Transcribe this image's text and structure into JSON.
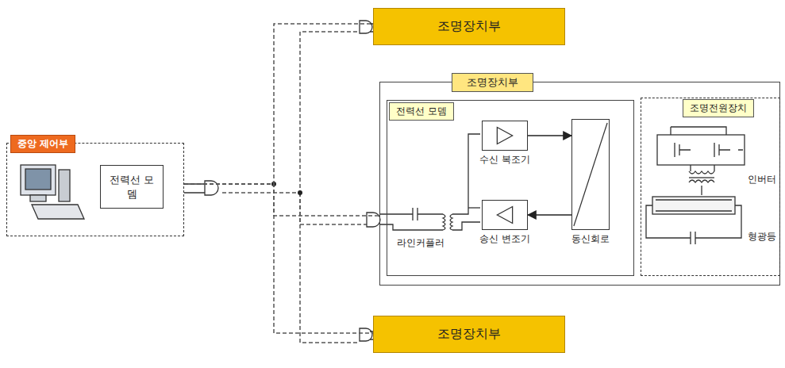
{
  "diagram": {
    "nodes": [
      {
        "text": [
          "중앙 제어부"
        ]
      },
      {
        "text": [
          "전력선 모뎀"
        ],
        "in": 0
      },
      {
        "text": [
          "조명장치부"
        ]
      },
      {
        "text": [
          "조명장치부"
        ]
      },
      {
        "text": [
          "전력선 모뎀"
        ],
        "in": 3
      },
      {
        "text": [
          "수신 복조기"
        ],
        "in": 4
      },
      {
        "text": [
          "송신 변조기"
        ],
        "in": 4
      },
      {
        "text": [
          "동신회로"
        ],
        "in": 4
      },
      {
        "text": [
          "조명전원장치"
        ],
        "in": 3
      },
      {
        "text": [
          "조명장치부"
        ]
      }
    ],
    "edges": [
      {
        "from": 0,
        "to": 2,
        "arrow": "none"
      },
      {
        "from": 0,
        "to": 3,
        "arrow": "none"
      },
      {
        "from": 0,
        "to": 9,
        "arrow": "none"
      },
      {
        "from": 5,
        "to": 7,
        "arrow": "to"
      },
      {
        "from": 7,
        "to": 6,
        "arrow": "to"
      }
    ],
    "labels": [
      "라인커플러",
      "인버터",
      "형광등"
    ]
  }
}
